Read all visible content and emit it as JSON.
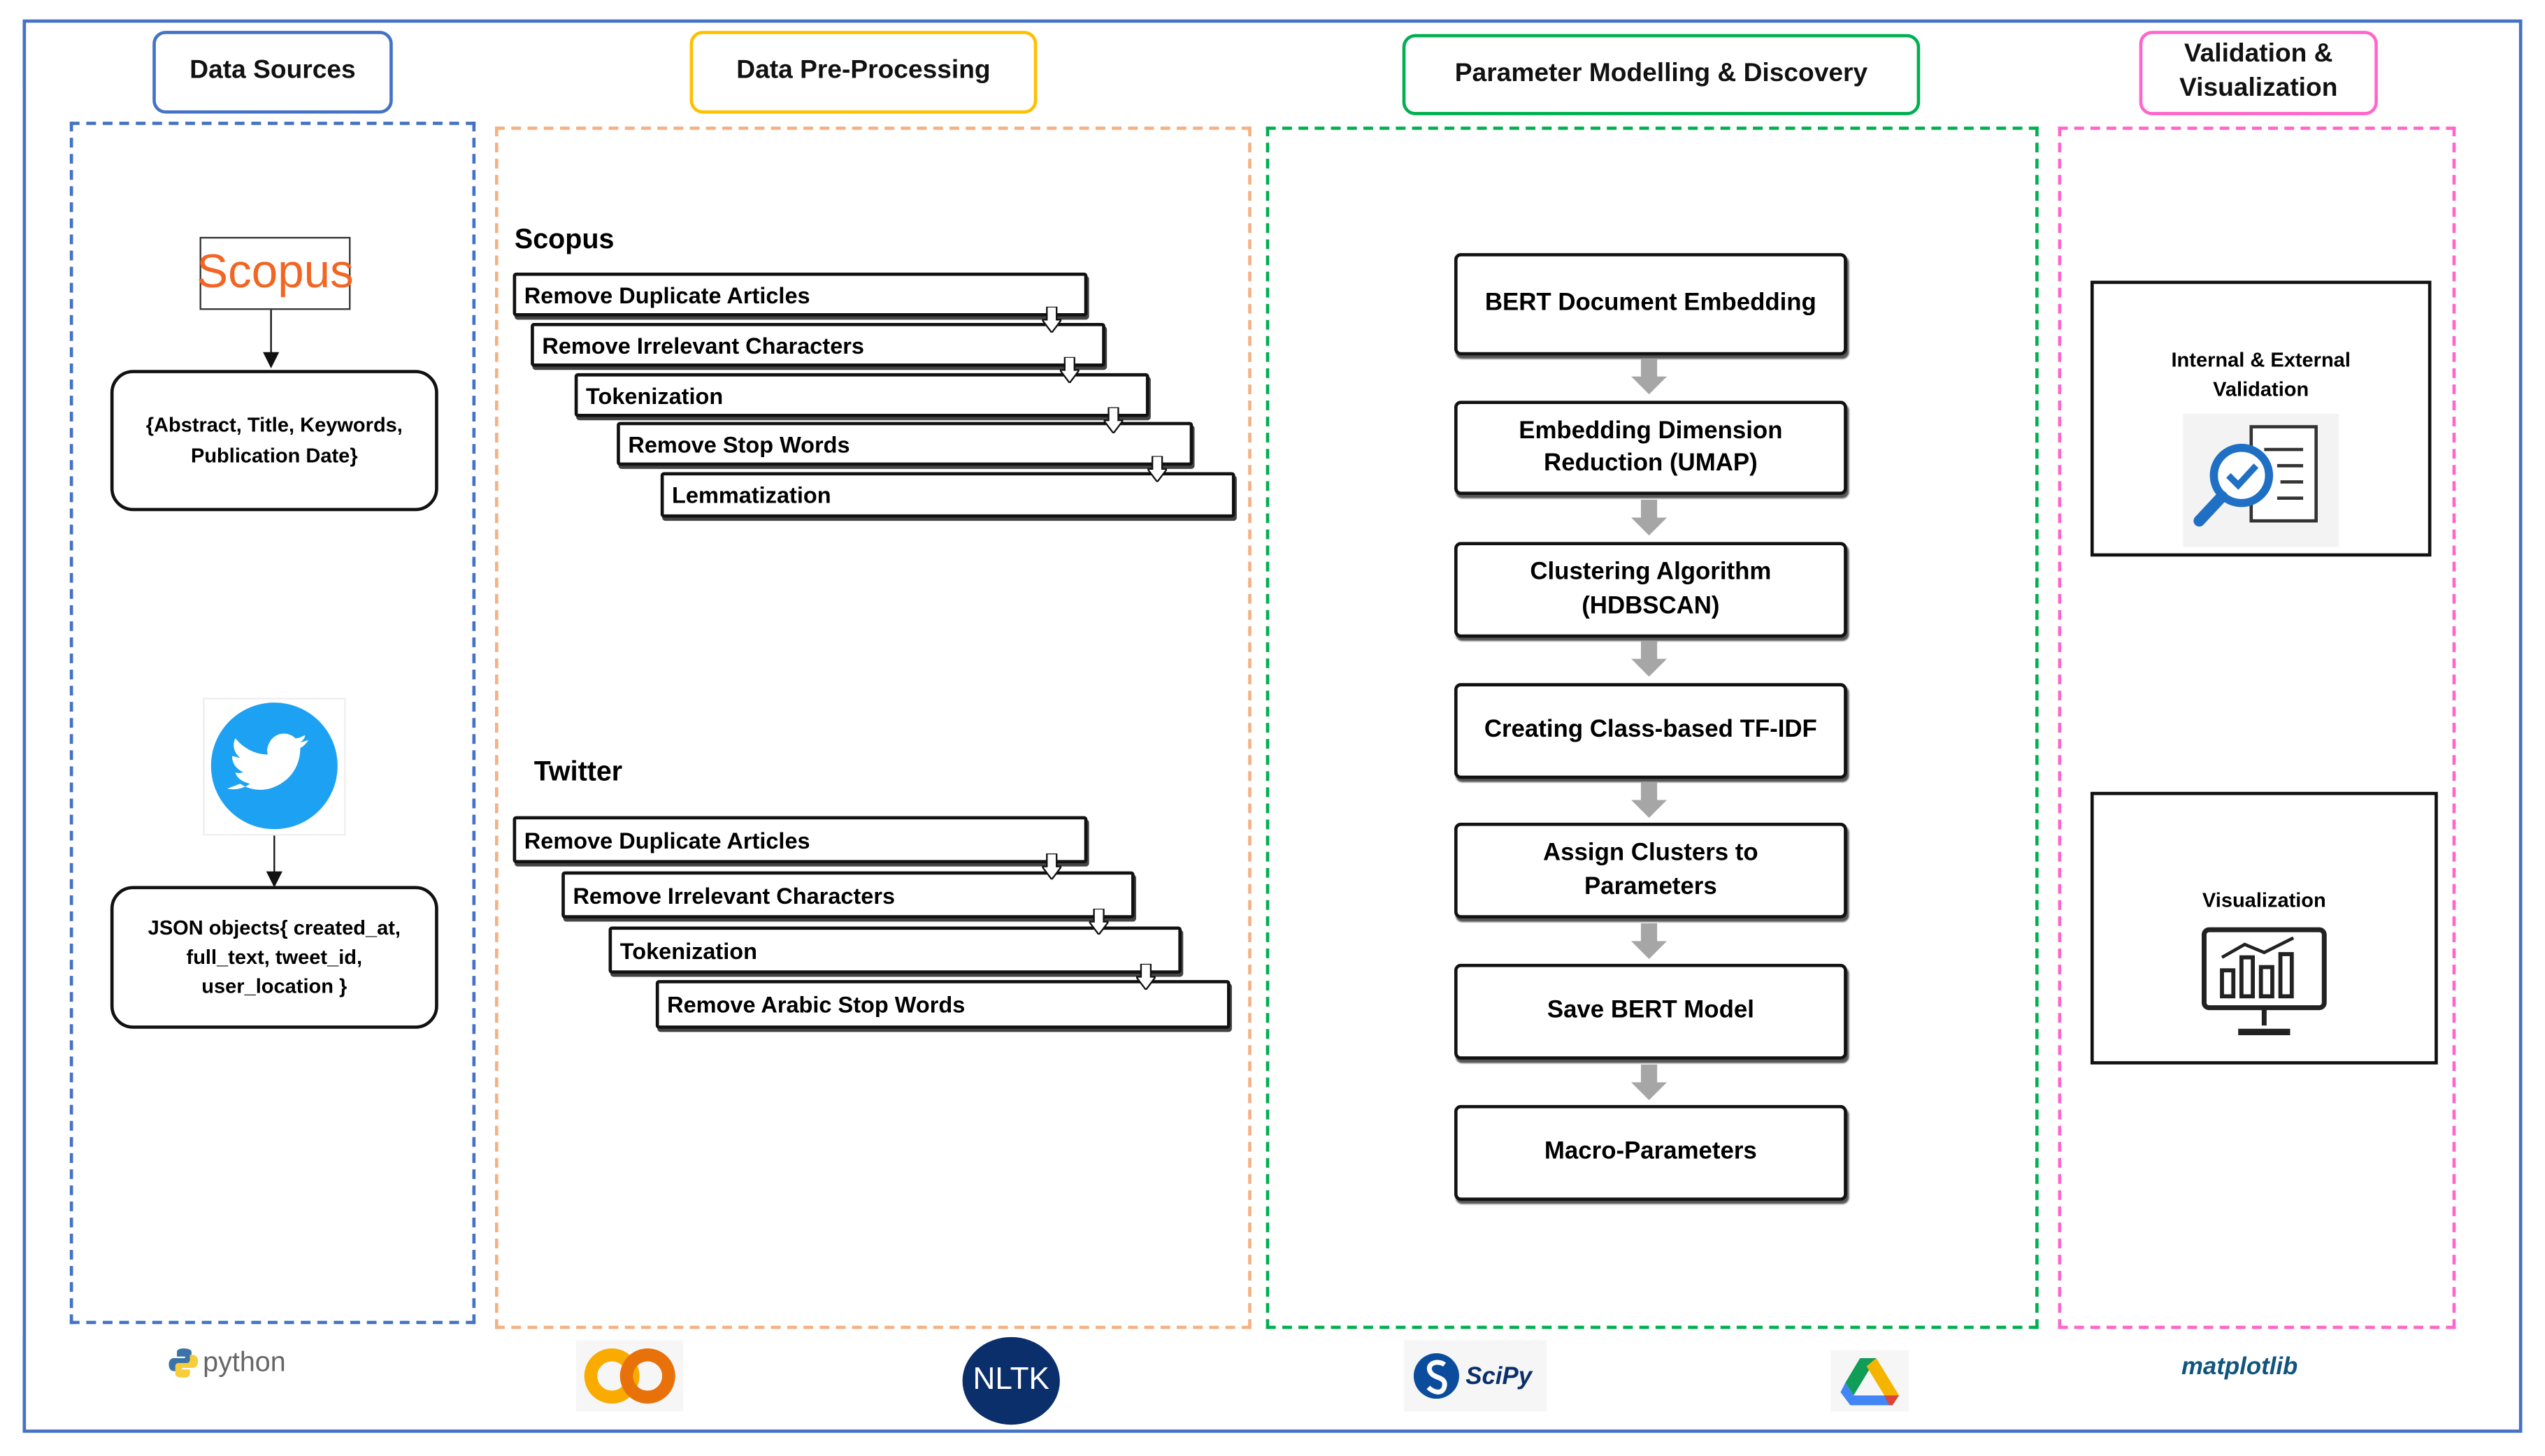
{
  "headers": {
    "data_sources": "Data Sources",
    "pre_processing": "Data Pre-Processing",
    "modelling": "Parameter Modelling & Discovery",
    "validation": "Validation & Visualization"
  },
  "colors": {
    "frame": "#4472c4",
    "sources": "#4472c4",
    "pre_processing": "#f4b183",
    "pre_header": "#ffc000",
    "modelling": "#00b050",
    "validation": "#ff66cc",
    "arrow_gray": "#a6a6a6"
  },
  "sources": {
    "scopus_logo": "Scopus",
    "scopus_fields": "{Abstract, Title, Keywords, Publication Date}",
    "twitter_icon": "twitter-bird",
    "twitter_fields": "JSON objects{ created_at, full_text, tweet_id, user_location }"
  },
  "pre_processing": {
    "scopus_label": "Scopus",
    "scopus_steps": [
      "Remove Duplicate Articles",
      "Remove Irrelevant Characters",
      "Tokenization",
      "Remove Stop Words",
      "Lemmatization"
    ],
    "twitter_label": "Twitter",
    "twitter_steps": [
      "Remove Duplicate Articles",
      "Remove Irrelevant Characters",
      "Tokenization",
      "Remove  Arabic Stop Words"
    ]
  },
  "modelling": {
    "steps": [
      "BERT Document Embedding",
      "Embedding Dimension Reduction (UMAP)",
      "Clustering Algorithm (HDBSCAN)",
      "Creating Class-based TF-IDF",
      "Assign Clusters to Parameters",
      "Save BERT Model",
      "Macro-Parameters"
    ]
  },
  "validation": {
    "validation_label": "Internal  & External Validation",
    "visualization_label": "Visualization"
  },
  "tools": {
    "python": "python",
    "colab": "CO",
    "nltk": "NLTK",
    "scipy": "SciPy",
    "drive": "google-drive",
    "matplotlib": "matplotlib"
  }
}
